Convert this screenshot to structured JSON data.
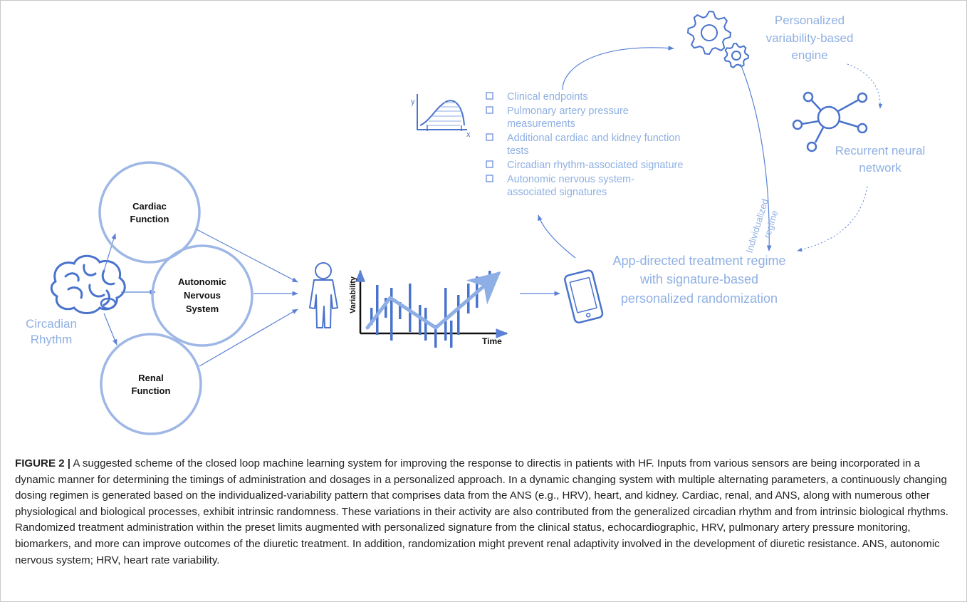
{
  "colors": {
    "node_stroke": "#9fb7e6",
    "arrow": "#5b82d6",
    "light_text": "#8fb0e3",
    "bar": "#4a73cc",
    "trend": "#8eaee6",
    "caption_text": "#222222"
  },
  "nodes": {
    "cardiac": {
      "line1": "Cardiac",
      "line2": "Function"
    },
    "autonomic": {
      "line1": "Autonomic",
      "line2": "Nervous",
      "line3": "System"
    },
    "renal": {
      "line1": "Renal",
      "line2": "Function"
    },
    "circadian": {
      "line1": "Circadian",
      "line2": "Rhythm"
    }
  },
  "icons": {
    "brain": "brain-icon",
    "person": "person-icon",
    "distribution": "distribution-chart-icon",
    "phone": "smartphone-icon",
    "gears": "gears-icon",
    "network": "network-icon"
  },
  "chart": {
    "ylabel": "Variability",
    "xlabel": "Time",
    "axis_x": "x",
    "axis_y": "y"
  },
  "checklist": [
    [
      "Clinical endpoints"
    ],
    [
      "Pulmonary artery pressure",
      "measurements"
    ],
    [
      "Additional cardiac and kidney function",
      "tests"
    ],
    [
      "Circadian rhythm-associated signature"
    ],
    [
      "Autonomic nervous system-",
      "associated signatures"
    ]
  ],
  "engine": {
    "line1": "Personalized",
    "line2": "variability-based",
    "line3": "engine"
  },
  "rnn": {
    "line1": "Recurrent neural",
    "line2": "network"
  },
  "regime_label": {
    "line1": "Individualized",
    "line2": "regime"
  },
  "app": {
    "line1": "App-directed treatment regime",
    "line2": "with signature-based",
    "line3": "personalized randomization"
  },
  "caption": {
    "label": "FIGURE 2 |",
    "text": " A suggested scheme of the closed loop machine learning system for improving the response to directis in patients with HF. Inputs from various sensors are being incorporated in a dynamic manner for determining the timings of administration and dosages in a personalized approach. In a dynamic changing system with multiple alternating parameters, a continuously changing dosing regimen is generated based on the individualized-variability pattern that comprises data from the ANS (e.g., HRV), heart, and kidney. Cardiac, renal, and ANS, along with numerous other physiological and biological processes, exhibit intrinsic randomness. These variations in their activity are also contributed from the generalized circadian rhythm and from intrinsic biological rhythms. Randomized treatment administration within the preset limits augmented with personalized signature from the clinical status, echocardiographic, HRV, pulmonary artery pressure monitoring, biomarkers, and more can improve outcomes of the diuretic treatment. In addition, randomization might prevent renal adaptivity involved in the development of diuretic resistance. ANS, autonomic nervous system; HRV, heart rate variability."
  }
}
